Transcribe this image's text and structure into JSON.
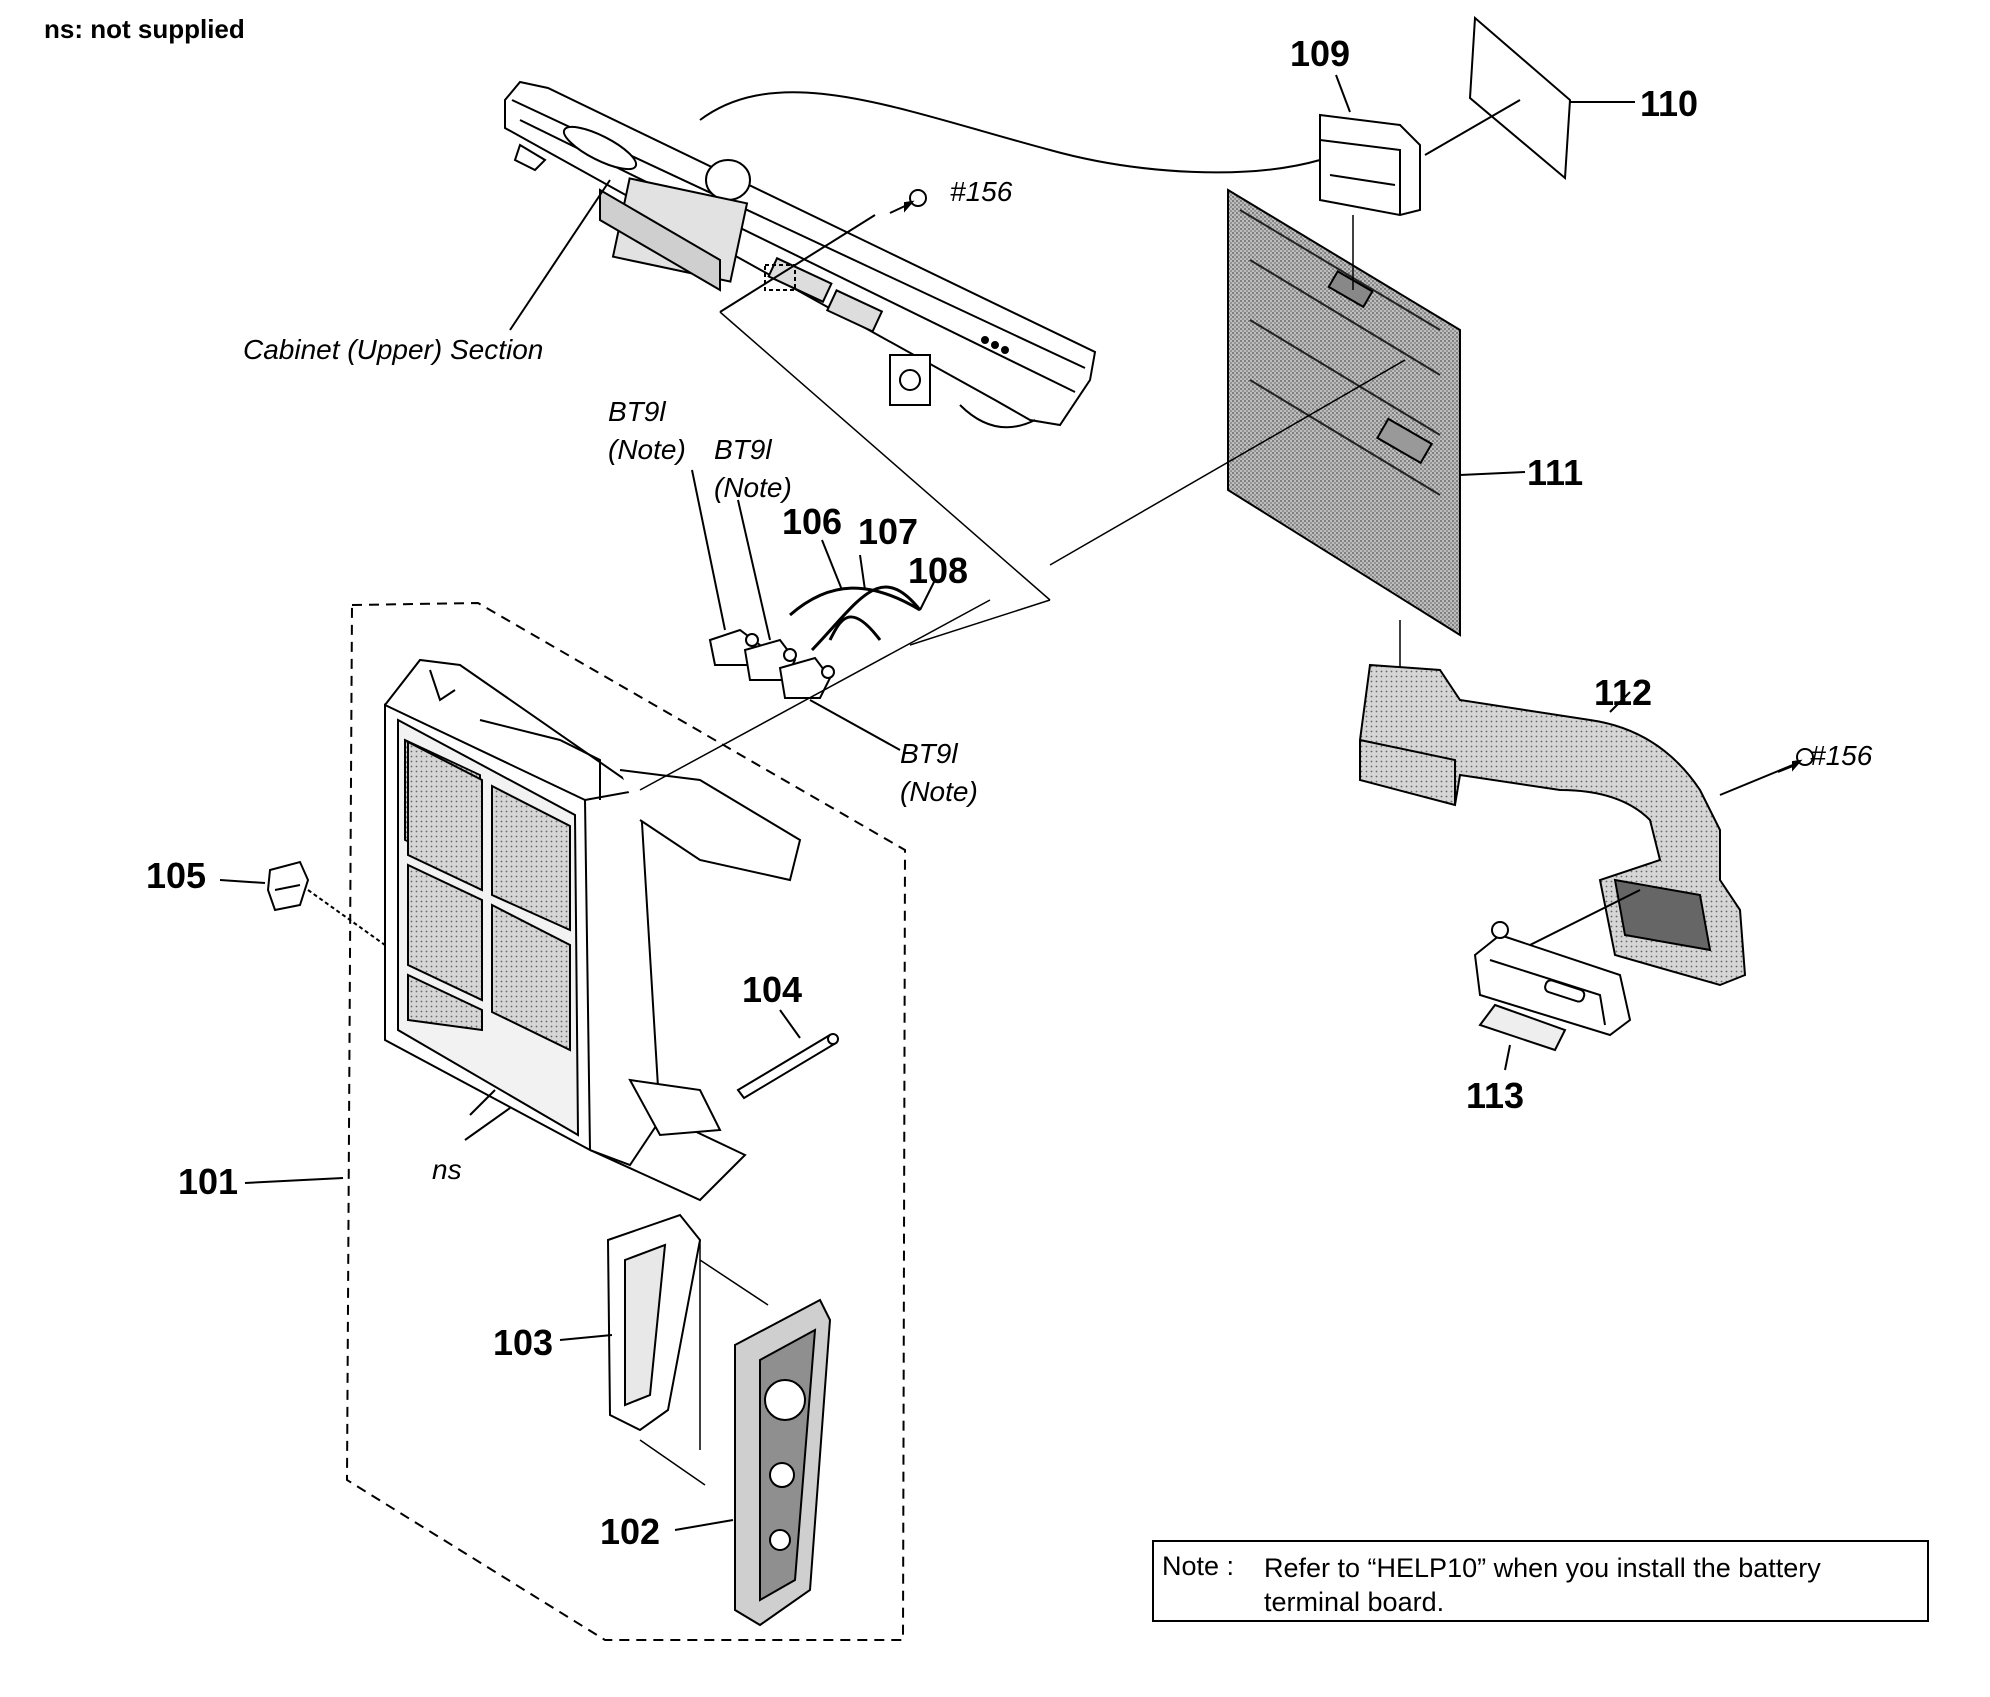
{
  "header": {
    "legend": "ns: not supplied"
  },
  "labels": {
    "cabinet_upper": "Cabinet (Upper) Section",
    "screw_top": "#156",
    "screw_right": "#156",
    "bt_left": "BT9l",
    "bt_left_note": "(Note)",
    "bt_mid": "BT9l",
    "bt_mid_note": "(Note)",
    "bt_bottom": "BT9l",
    "bt_bottom_note": "(Note)",
    "ns_label": "ns"
  },
  "parts": {
    "p101": "101",
    "p102": "102",
    "p103": "103",
    "p104": "104",
    "p105": "105",
    "p106": "106",
    "p107": "107",
    "p108": "108",
    "p109": "109",
    "p110": "110",
    "p111": "111",
    "p112": "112",
    "p113": "113"
  },
  "note": {
    "head": "Note :",
    "text": "Refer to “HELP10” when you install  the battery terminal board."
  }
}
